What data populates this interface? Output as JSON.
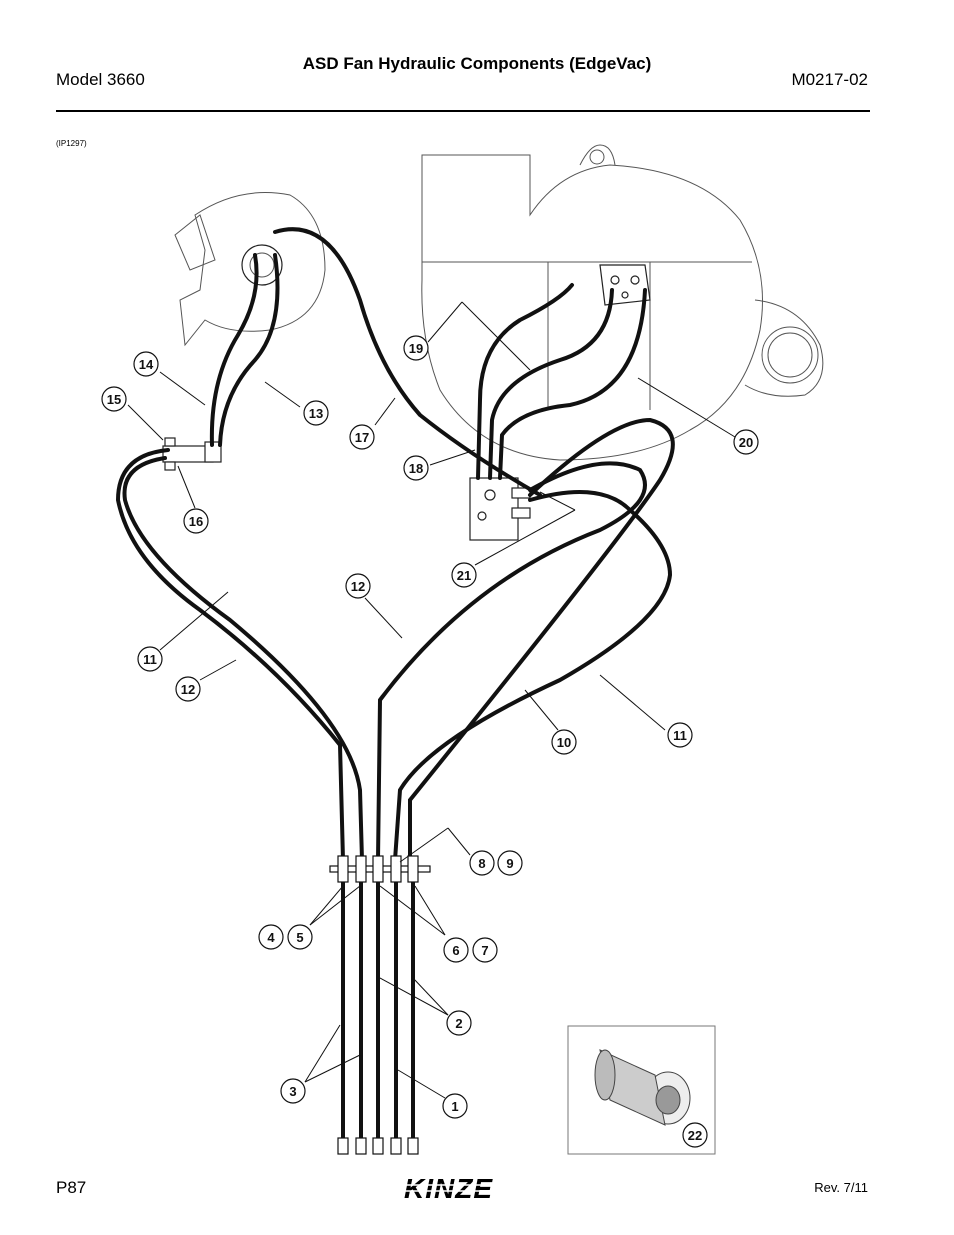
{
  "header": {
    "model": "Model 3660",
    "title": "ASD Fan Hydraulic Components (EdgeVac)",
    "doc_number": "M0217-02"
  },
  "figure_ref": "(IP1297)",
  "callouts": [
    "1",
    "2",
    "3",
    "4",
    "5",
    "6",
    "7",
    "8",
    "9",
    "10",
    "11",
    "11",
    "12",
    "12",
    "13",
    "14",
    "15",
    "16",
    "17",
    "18",
    "19",
    "20",
    "21",
    "22"
  ],
  "footer": {
    "page": "P87",
    "logo_text": "KINZE",
    "revision": "Rev. 7/11"
  }
}
